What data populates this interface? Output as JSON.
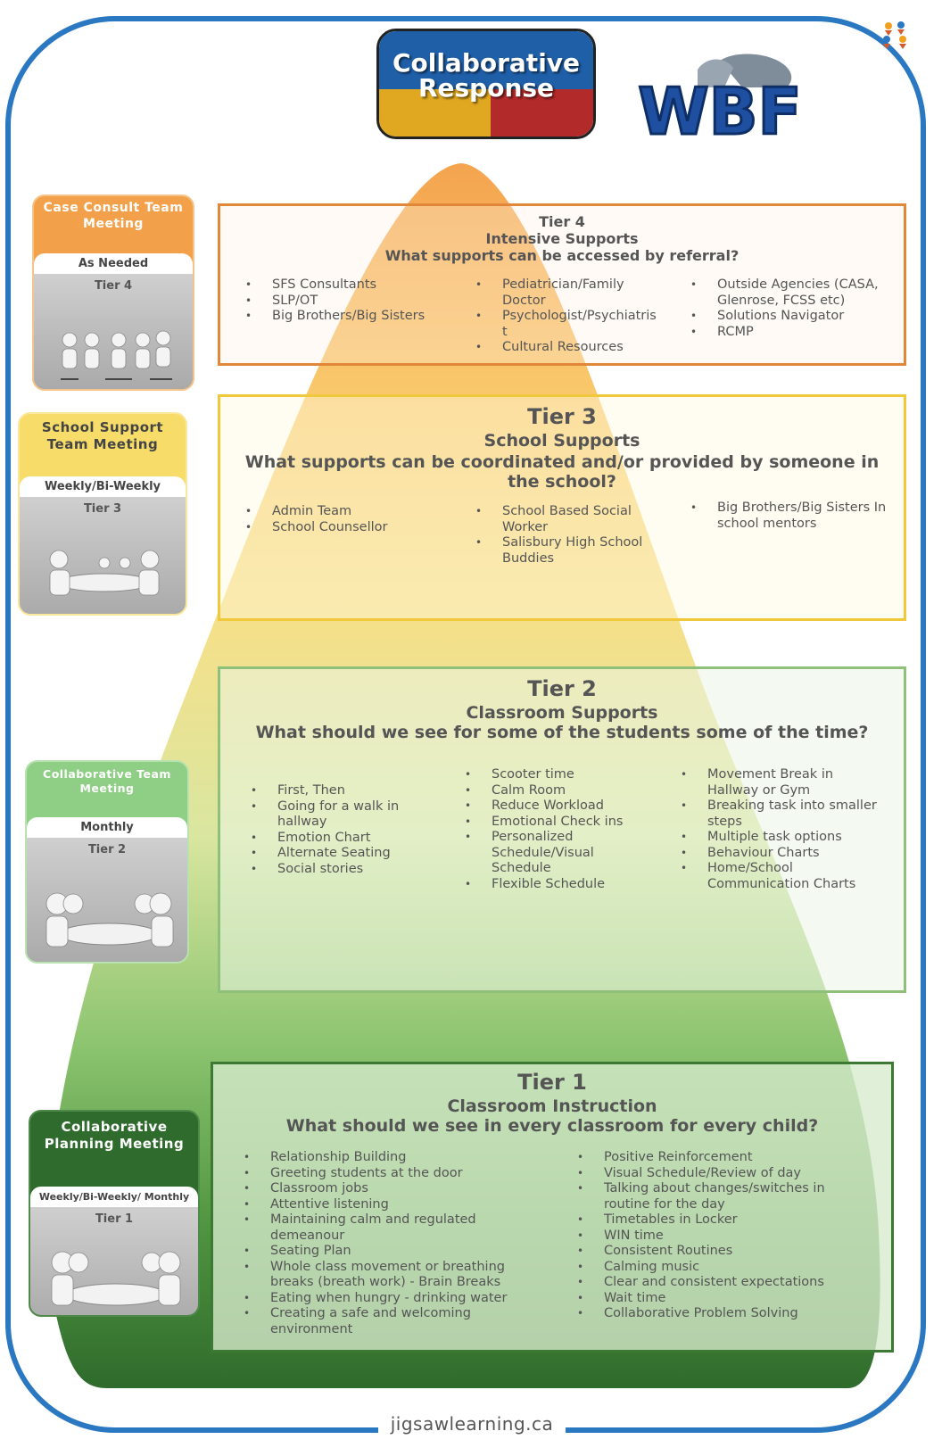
{
  "logo": {
    "line1": "Collaborative",
    "line2": "Response",
    "wbf": "WBF"
  },
  "footer": "jigsawlearning.ca",
  "colors": {
    "frame": "#2b78c2",
    "tier4": "#f2a65a",
    "tier3": "#f7d96a",
    "tier2": "#8fce85",
    "tier1": "#2f6b2c"
  },
  "icons": [
    "people-circle-icon",
    "meeting-figures-icon"
  ],
  "tiers": [
    {
      "id": "tier4",
      "title": "Tier 4",
      "subtitle": "Intensive Supports",
      "question": "What supports can be accessed by referral?",
      "columns": [
        [
          "SFS Consultants",
          "SLP/OT",
          "Big Brothers/Big Sisters"
        ],
        [
          "Pediatrician/Family Doctor",
          "Psychologist/Psychiatris t",
          "Cultural Resources"
        ],
        [
          "Outside Agencies (CASA, Glenrose, FCSS etc)",
          "Solutions Navigator",
          "RCMP"
        ]
      ]
    },
    {
      "id": "tier3",
      "title": "Tier 3",
      "subtitle": "School Supports",
      "question": "What supports can be coordinated and/or provided by someone in the school?",
      "columns": [
        [
          "Admin Team",
          "School Counsellor"
        ],
        [
          "School Based Social Worker",
          "Salisbury High School Buddies"
        ],
        [
          "Big Brothers/Big Sisters In school mentors"
        ]
      ]
    },
    {
      "id": "tier2",
      "title": "Tier 2",
      "subtitle": "Classroom Supports",
      "question": "What should we see for some of the students some of the time?",
      "columns": [
        [
          "First, Then",
          "Going for a walk in hallway",
          "Emotion Chart",
          "Alternate Seating",
          "Social stories"
        ],
        [
          "Scooter time",
          "Calm Room",
          "Reduce Workload",
          "Emotional Check ins",
          "Personalized Schedule/Visual Schedule",
          "Flexible Schedule"
        ],
        [
          "Movement Break in Hallway or Gym",
          "Breaking task into smaller steps",
          "Multiple task options",
          "Behaviour Charts",
          "Home/School Communication Charts"
        ]
      ]
    },
    {
      "id": "tier1",
      "title": "Tier 1",
      "subtitle": "Classroom Instruction",
      "question": "What should we see in every classroom for every child?",
      "columns": [
        [
          "Relationship Building",
          "Greeting students at the door",
          "Classroom jobs",
          "Attentive listening",
          "Maintaining calm and regulated demeanour",
          "Seating Plan",
          "Whole class movement or breathing breaks (breath work) - Brain Breaks",
          "Eating when hungry - drinking water",
          "Creating a safe and welcoming environment"
        ],
        [
          "Positive Reinforcement",
          "Visual Schedule/Review of day",
          "Talking about changes/switches in routine for the day",
          "Timetables in Locker",
          "WIN time",
          "Consistent Routines",
          "Calming music",
          "Clear and consistent expectations",
          "Wait time",
          "Collaborative Problem Solving"
        ]
      ]
    }
  ],
  "cards": [
    {
      "id": "case",
      "title": "Case Consult Team Meeting",
      "frequency": "As Needed",
      "tier": "Tier 4"
    },
    {
      "id": "school",
      "title": "School Support Team Meeting",
      "frequency": "Weekly/Bi-Weekly",
      "tier": "Tier 3"
    },
    {
      "id": "collab-team",
      "title": "Collaborative Team Meeting",
      "frequency": "Monthly",
      "tier": "Tier 2"
    },
    {
      "id": "collab-plan",
      "title": "Collaborative Planning Meeting",
      "frequency": "Weekly/Bi-Weekly/ Monthly",
      "tier": "Tier 1"
    }
  ]
}
